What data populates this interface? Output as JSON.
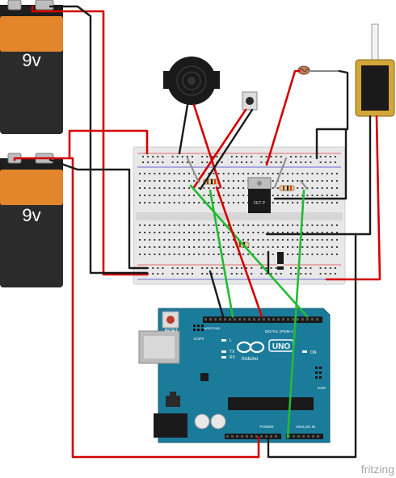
{
  "batteries": [
    {
      "label": "9v"
    },
    {
      "label": "9v"
    }
  ],
  "arduino": {
    "logo_text": "Arduino",
    "model": "UNO",
    "reset_label": "RESET",
    "icsp_label": "ICSP",
    "icsp2_label": "ICSP2",
    "digital_label": "DIGITAL (PWM~)",
    "power_label": "POWER",
    "analog_label": "ANALOG IN",
    "aref_label": "AREF",
    "gnd_label": "GND",
    "on_label": "ON",
    "l_label": "L",
    "tx_label": "TX",
    "rx_label": "RX"
  },
  "transistor": {
    "label": "FET P"
  },
  "watermark": "fritzing",
  "colors": {
    "wire_red": "#d40000",
    "wire_black": "#1a1a1a",
    "wire_green": "#22bb33",
    "wire_gray": "#8c8c8c",
    "board_blue": "#1b7b9a",
    "battery_orange": "#e3852b",
    "battery_black": "#2b2b2b",
    "breadboard": "#e8e8e8"
  }
}
